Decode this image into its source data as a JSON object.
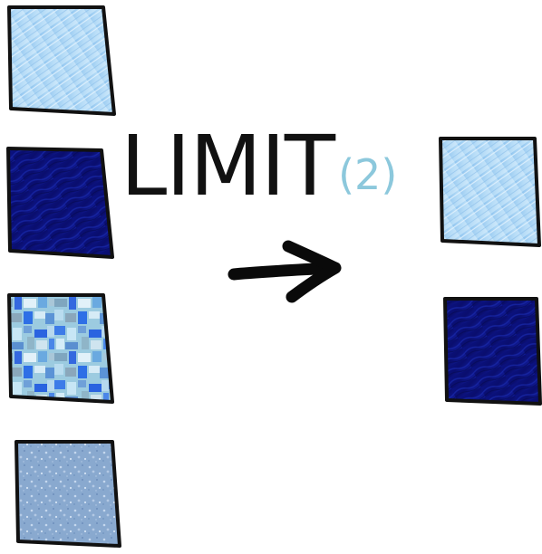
{
  "title": {
    "main": "LIMIT",
    "sub": "(2)"
  },
  "inputs": [
    {
      "name": "light-blue-rain",
      "texture": "rain",
      "fill": "#a6d3f5"
    },
    {
      "name": "navy-waves",
      "texture": "waves",
      "fill": "#0a0f7a"
    },
    {
      "name": "mosaic",
      "texture": "mosaic",
      "fill": "#8fc3dd"
    },
    {
      "name": "speckled-slate",
      "texture": "speckle",
      "fill": "#86a6cc"
    }
  ],
  "outputs": [
    {
      "name": "light-blue-rain",
      "texture": "rain",
      "fill": "#a6d3f5"
    },
    {
      "name": "navy-waves",
      "texture": "waves",
      "fill": "#0a0f7a"
    }
  ],
  "colors": {
    "outline": "#111111",
    "arrow": "#0a0a0a",
    "title": "#111111",
    "subscript": "#8cc8dc"
  },
  "icons": {
    "arrow": "right-arrow-icon"
  }
}
